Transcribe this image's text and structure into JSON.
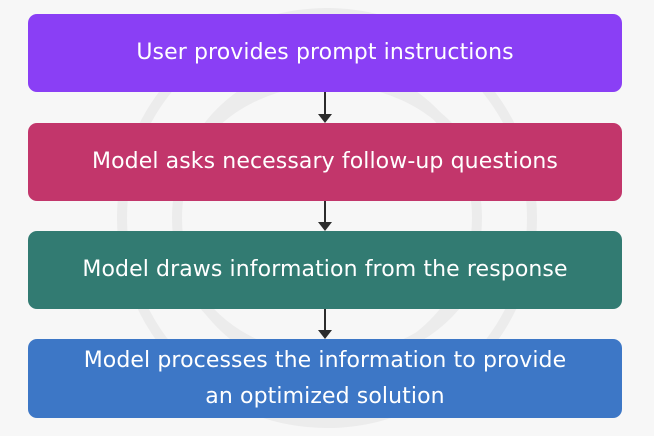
{
  "colors": {
    "background": "#f7f7f7",
    "step1": "#8a3ff5",
    "step2": "#c2366b",
    "step3": "#327b72",
    "step4": "#3d77c6",
    "arrow": "#2c2c2c",
    "text": "#ffffff"
  },
  "steps": [
    {
      "lines": [
        "User provides prompt instructions"
      ]
    },
    {
      "lines": [
        "Model asks necessary follow-up questions"
      ]
    },
    {
      "lines": [
        "Model draws information from the response"
      ]
    },
    {
      "lines": [
        "Model processes the information to provide",
        "an optimized solution"
      ]
    }
  ],
  "icons": {
    "connector": "arrow-down-icon",
    "watermark": "knot-watermark-icon"
  }
}
